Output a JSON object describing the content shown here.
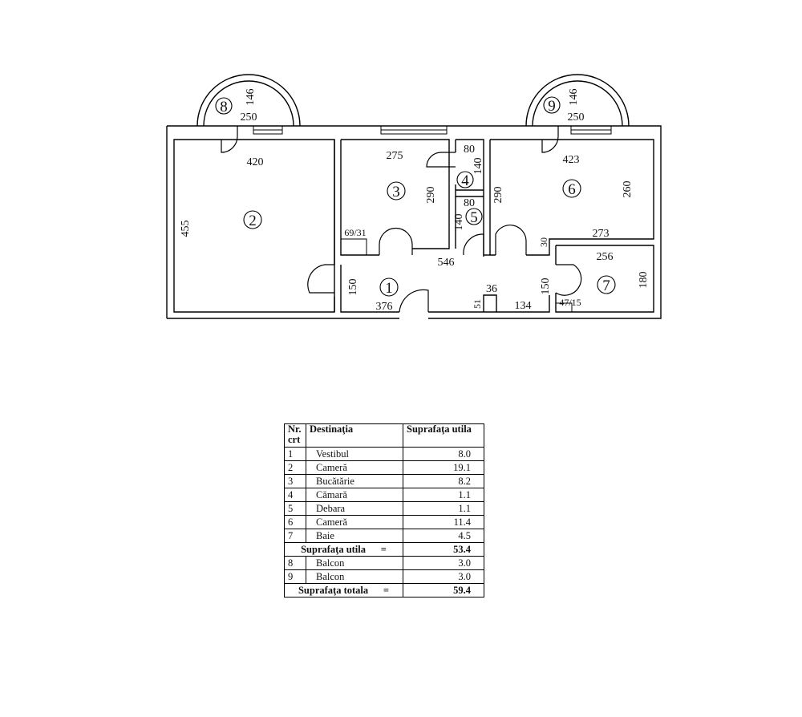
{
  "rooms": [
    {
      "num": "1"
    },
    {
      "num": "2"
    },
    {
      "num": "3"
    },
    {
      "num": "4"
    },
    {
      "num": "5"
    },
    {
      "num": "6"
    },
    {
      "num": "7"
    },
    {
      "num": "8"
    },
    {
      "num": "9"
    }
  ],
  "dimensions": {
    "balcony8_depth": "146",
    "balcony8_width": "250",
    "balcony9_depth": "146",
    "balcony9_width": "250",
    "room2_width": "420",
    "room2_length": "455",
    "room3_width": "275",
    "room3_depth": "290",
    "room3_window": "69/31",
    "room4_width": "80",
    "room4_depth": "140",
    "room5_width": "80",
    "room5_depth": "140",
    "room6_width": "423",
    "room6_depth_left": "290",
    "room6_depth_right": "260",
    "room6_bottom": "273",
    "room6_step": "30",
    "room7_width": "256",
    "room7_depth": "180",
    "room7_window": "47/15",
    "hall_length": "546",
    "vestibule_depth": "150",
    "vestibule_width": "376",
    "hall_depth_right": "150",
    "hall_nib": "36",
    "hall_corner": "51",
    "hall_segment": "134"
  },
  "table": {
    "headers": {
      "nr": "Nr. crt",
      "dest": "Destinaţia",
      "area": "Suprafaţa utila"
    },
    "rows": [
      {
        "nr": "1",
        "dest": "Vestibul",
        "area": "8.0"
      },
      {
        "nr": "2",
        "dest": "Cameră",
        "area": "19.1"
      },
      {
        "nr": "3",
        "dest": "Bucătărie",
        "area": "8.2"
      },
      {
        "nr": "4",
        "dest": "Cămară",
        "area": "1.1"
      },
      {
        "nr": "5",
        "dest": "Debara",
        "area": "1.1"
      },
      {
        "nr": "6",
        "dest": "Cameră",
        "area": "11.4"
      },
      {
        "nr": "7",
        "dest": "Baie",
        "area": "4.5"
      }
    ],
    "subtotal": {
      "label": "Suprafaţa utila",
      "eq": "=",
      "value": "53.4"
    },
    "balconies": [
      {
        "nr": "8",
        "dest": "Balcon",
        "area": "3.0"
      },
      {
        "nr": "9",
        "dest": "Balcon",
        "area": "3.0"
      }
    ],
    "total": {
      "label": "Suprafaţa totala",
      "eq": "=",
      "value": "59.4"
    }
  }
}
